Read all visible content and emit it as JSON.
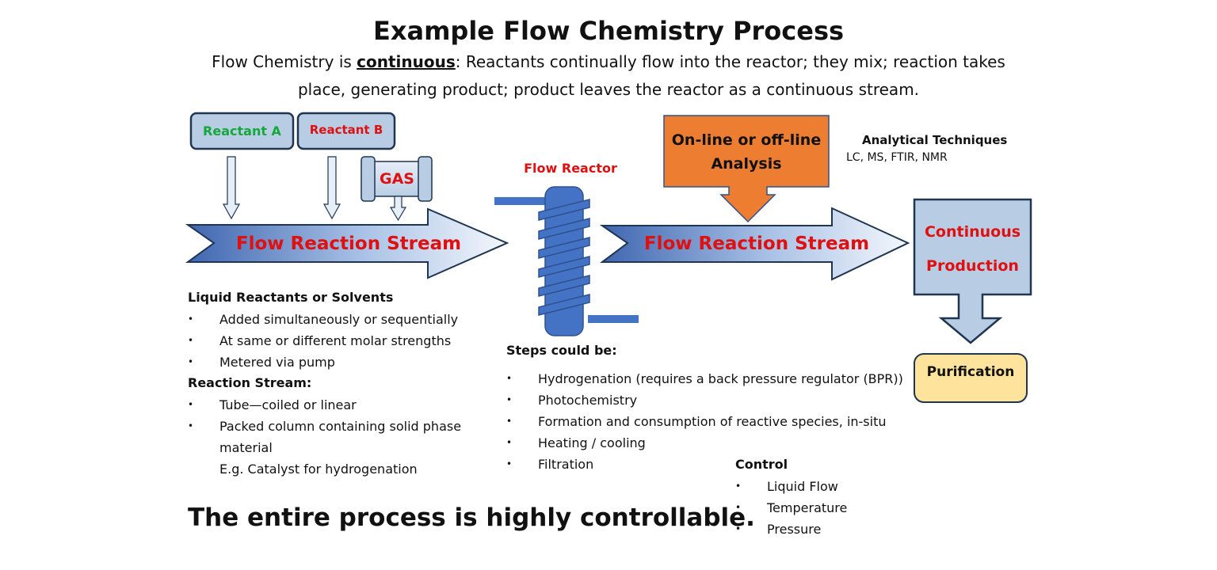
{
  "header": {
    "title": "Example Flow Chemistry Process",
    "subtitle_part1": "Flow Chemistry is ",
    "subtitle_emph": "continuous",
    "subtitle_part2": ": Reactants continually flow into the reactor; they mix; reaction takes",
    "subtitle_line2": "place, generating product; product leaves the reactor as a continuous stream."
  },
  "inputs": {
    "reactant_a": "Reactant A",
    "reactant_b": "Reactant B",
    "gas": "GAS"
  },
  "streams": {
    "stream1": "Flow Reaction Stream",
    "stream2": "Flow Reaction Stream"
  },
  "reactor": {
    "label": "Flow Reactor"
  },
  "analysis": {
    "box_line1": "On-line or off-line",
    "box_line2": "Analysis",
    "techniques_title": "Analytical Techniques",
    "techniques_list": "LC, MS, FTIR, NMR"
  },
  "output": {
    "production_line1": "Continuous",
    "production_line2": "Production",
    "purification": "Purification"
  },
  "liquid_section": {
    "heading": "Liquid Reactants or Solvents",
    "items": [
      "Added simultaneously or sequentially",
      "At same or different molar strengths",
      "Metered via pump"
    ]
  },
  "stream_section": {
    "heading": "Reaction Stream:",
    "items": [
      "Tube—coiled or linear",
      "Packed column containing solid phase",
      "material",
      "E.g. Catalyst for hydrogenation"
    ]
  },
  "steps_section": {
    "heading": "Steps could be:",
    "items": [
      "Hydrogenation (requires a back pressure regulator (BPR))",
      "Photochemistry",
      "Formation and consumption of reactive species, in-situ",
      "Heating / cooling",
      "Filtration"
    ]
  },
  "control_section": {
    "heading": "Control",
    "items": [
      "Liquid Flow",
      "Temperature",
      "Pressure"
    ]
  },
  "footer": {
    "statement": "The entire process is highly controllable."
  },
  "colors": {
    "box_fill": "#b8cde4",
    "box_stroke": "#1f3550",
    "reactant_a_text": "#14a83c",
    "red_text": "#e01010",
    "coil_blue": "#4472c4",
    "analysis_orange": "#ed7d31",
    "purification_fill": "#fde39b"
  }
}
